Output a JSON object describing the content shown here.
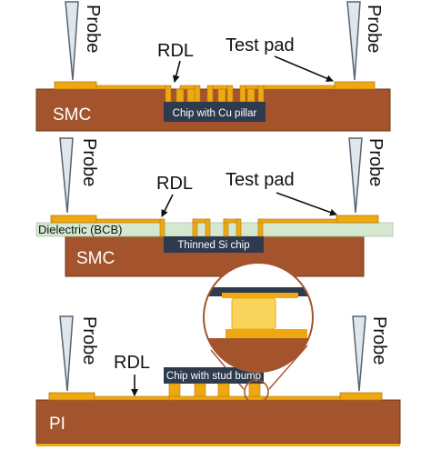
{
  "colors": {
    "substrate": "#a4542c",
    "substrate_edge": "#6e3818",
    "gold": "#f0a810",
    "gold_edge": "#b27a08",
    "chip": "#2e3a4e",
    "dielectric": "#d4e8d0",
    "probe_fill": "#dfe6ec",
    "probe_edge": "#5a6470",
    "bump_light": "#f9d45c"
  },
  "panel1": {
    "probe_left": "Probe",
    "probe_right": "Probe",
    "rdl_label": "RDL",
    "test_pad_label": "Test pad",
    "substrate_label": "SMC",
    "chip_label": "Chip with Cu pillar"
  },
  "panel2": {
    "probe_left": "Probe",
    "probe_right": "Probe",
    "rdl_label": "RDL",
    "test_pad_label": "Test pad",
    "dielectric_label": "Dielectric (BCB)",
    "substrate_label": "SMC",
    "chip_label": "Thinned Si chip"
  },
  "panel3": {
    "probe_left": "Probe",
    "probe_right": "Probe",
    "rdl_label": "RDL",
    "substrate_label": "PI",
    "chip_label": "Chip with stud bump"
  }
}
